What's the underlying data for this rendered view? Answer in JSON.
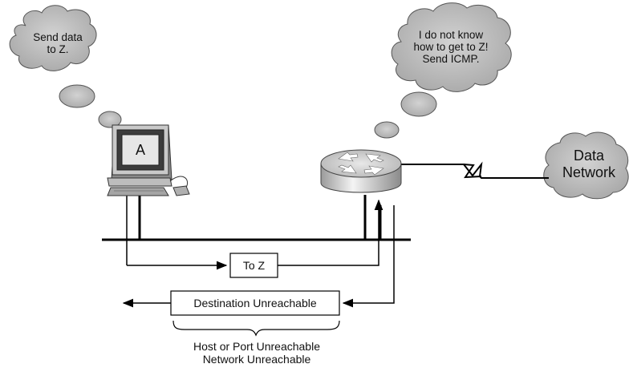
{
  "host_thought": [
    "Send data",
    "to Z."
  ],
  "router_thought": [
    "I do not know",
    "how to get to Z!",
    "Send ICMP."
  ],
  "host_label": "A",
  "network_cloud": [
    "Data",
    "Network"
  ],
  "packet_label": "To Z",
  "reply_label": "Destination Unreachable",
  "reply_types": [
    "Host or Port Unreachable",
    "Network Unreachable"
  ]
}
